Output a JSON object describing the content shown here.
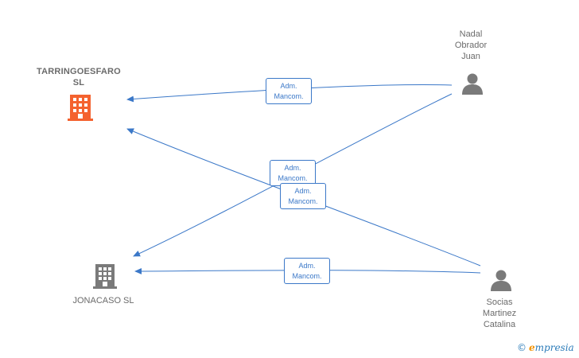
{
  "nodes": {
    "tarringoesfaro": {
      "label_line1": "TARRINGOESFARO",
      "label_line2": "SL",
      "color": "#f4622f"
    },
    "jonacaso": {
      "label": "JONACASO SL",
      "color": "#7a7a7a"
    },
    "nadal": {
      "line1": "Nadal",
      "line2": "Obrador",
      "line3": "Juan"
    },
    "socias": {
      "line1": "Socias",
      "line2": "Martinez",
      "line3": "Catalina"
    }
  },
  "edges": [
    {
      "id": "nadal-tarringoesfaro",
      "line1": "Adm.",
      "line2": "Mancom."
    },
    {
      "id": "nadal-jonacaso",
      "line1": "Adm.",
      "line2": "Mancom."
    },
    {
      "id": "socias-tarringoesfaro",
      "line1": "Adm.",
      "line2": "Mancom."
    },
    {
      "id": "socias-jonacaso",
      "line1": "Adm.",
      "line2": "Mancom."
    }
  ],
  "colors": {
    "edge": "#3b78c8",
    "person_icon": "#7a7a7a"
  },
  "brand": {
    "copyright": "©",
    "initial": "e",
    "rest": "mpresia"
  }
}
